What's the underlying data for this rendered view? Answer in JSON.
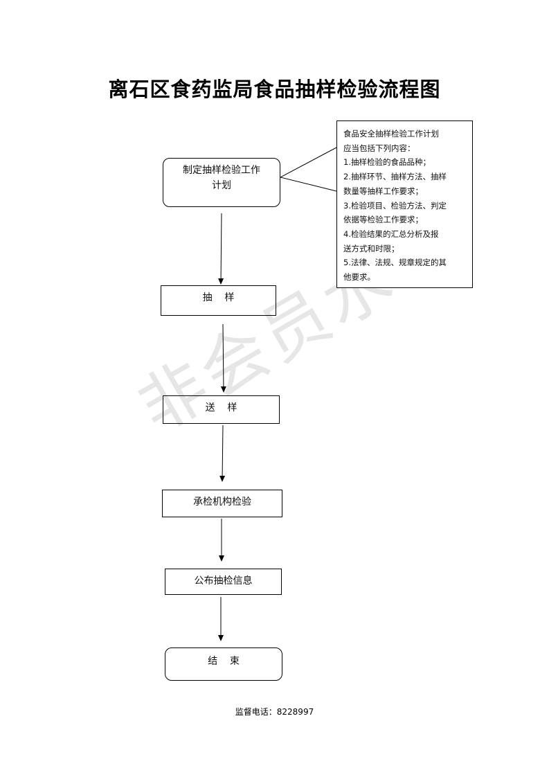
{
  "title": "离石区食药监局食品抽样检验流程图",
  "watermark": "非会员水印",
  "flow": {
    "step1": "制定抽样检验工作\n计划",
    "step2": "抽    样",
    "step3": "送    样",
    "step4": "承检机构检验",
    "step5": "公布抽检信息",
    "step6": "结    束"
  },
  "note": {
    "lines": [
      "食品安全抽样检验工作计划",
      "应当包括下列内容：",
      "1.抽样检验的食品品种；",
      "2.抽样环节、抽样方法、抽样",
      "数量等抽样工作要求；",
      "3.检验项目、检验方法、判定",
      "依据等检验工作要求；",
      "4.检验结果的汇总分析及报",
      "送方式和时限；",
      "5.法律、法规、规章规定的其",
      "他要求。"
    ]
  },
  "footer": "监督电话：8228997"
}
